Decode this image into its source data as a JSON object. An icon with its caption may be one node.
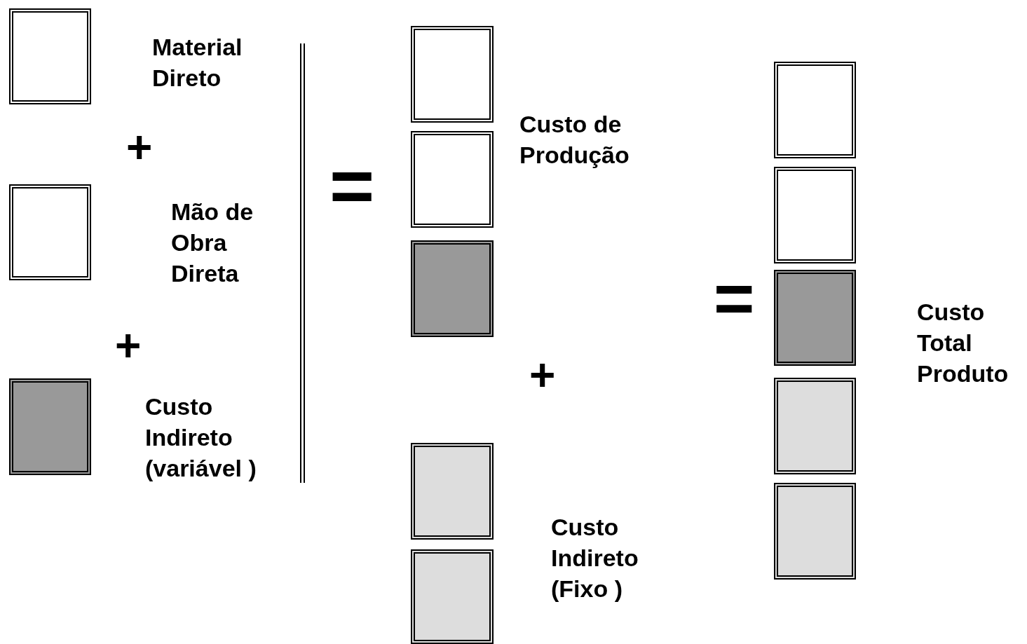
{
  "diagram": {
    "nodes": [
      {
        "text": [],
        "shape": "box"
      },
      {
        "text": [],
        "shape": "box"
      },
      {
        "text": [],
        "shape": "box"
      },
      {
        "text": [],
        "shape": "box"
      },
      {
        "text": [],
        "shape": "box"
      },
      {
        "text": [],
        "shape": "box"
      },
      {
        "text": [],
        "shape": "box"
      },
      {
        "text": [],
        "shape": "box"
      },
      {
        "text": [],
        "shape": "box"
      },
      {
        "text": [],
        "shape": "box"
      },
      {
        "text": [],
        "shape": "box"
      },
      {
        "text": [],
        "shape": "box"
      },
      {
        "text": [],
        "shape": "box"
      }
    ],
    "labels": [
      "Material Direto",
      "+",
      "Mão de Obra Direta",
      "+",
      "Custo Indireto (variável )",
      "=",
      "Custo de Produção",
      "+",
      "Custo Indireto (Fixo )",
      "=",
      "Custo Total Produto"
    ]
  }
}
